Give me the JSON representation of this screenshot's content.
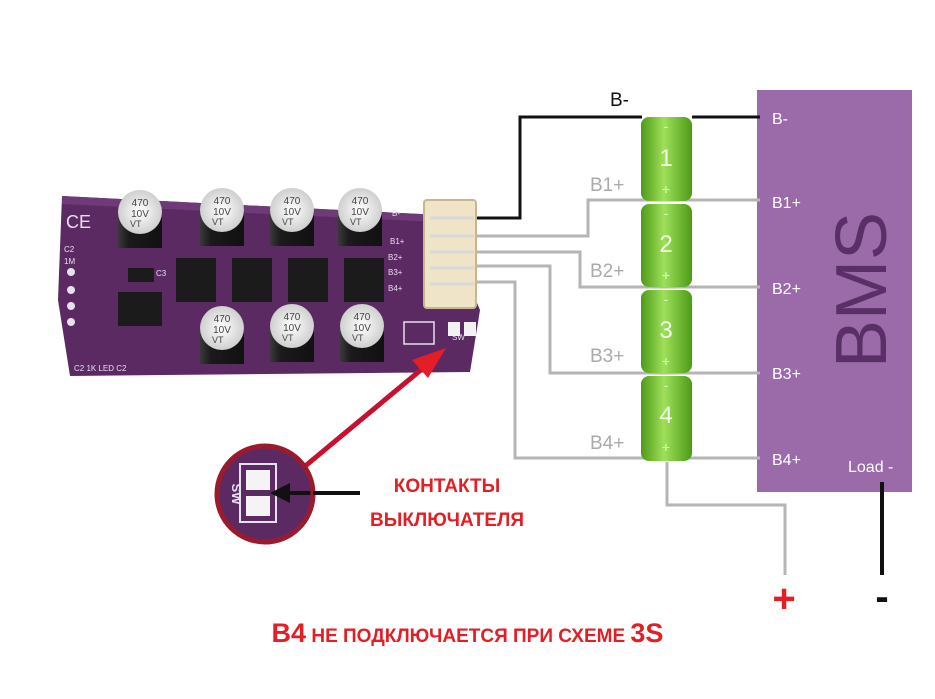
{
  "bms": {
    "title": "BMS",
    "pins": [
      "B-",
      "B1+",
      "B2+",
      "B3+",
      "B4+"
    ],
    "load_label": "Load -"
  },
  "cells": [
    {
      "number": "1",
      "neg": "-",
      "pos": "+"
    },
    {
      "number": "2",
      "neg": "-",
      "pos": "+"
    },
    {
      "number": "3",
      "neg": "-",
      "pos": "+"
    },
    {
      "number": "4",
      "neg": "-",
      "pos": "+"
    }
  ],
  "wire_labels": {
    "bminus": "B-",
    "b1": "B1+",
    "b2": "B2+",
    "b3": "B3+",
    "b4": "B4+"
  },
  "board": {
    "cap_text": [
      "470",
      "10V",
      "VT"
    ],
    "connector_pins": [
      "B-",
      "B1+",
      "B2+",
      "B3+",
      "B4+"
    ],
    "silk_bottom": "C2  1K LED  C2",
    "silk_sw": "SW",
    "silk_c2": "C2",
    "silk_1m": "1M",
    "silk_c3": "C3"
  },
  "zoom": {
    "silk_sw": "SW"
  },
  "terminals": {
    "plus": "+",
    "minus": "-"
  },
  "annotation": {
    "switch_contacts_line1": "КОНТАКТЫ",
    "switch_contacts_line2": "ВЫКЛЮЧАТЕЛЯ"
  },
  "footer": {
    "b4": "B4",
    "middle": " НЕ ПОДКЛЮЧАЕТСЯ ПРИ СХЕМЕ ",
    "s3": "3S"
  },
  "colors": {
    "pcb": "#5b2a63",
    "bms": "#9b6aa9",
    "cell": "#7fcf3a",
    "accent": "#e31e24",
    "wire": "#b5b5b5"
  }
}
